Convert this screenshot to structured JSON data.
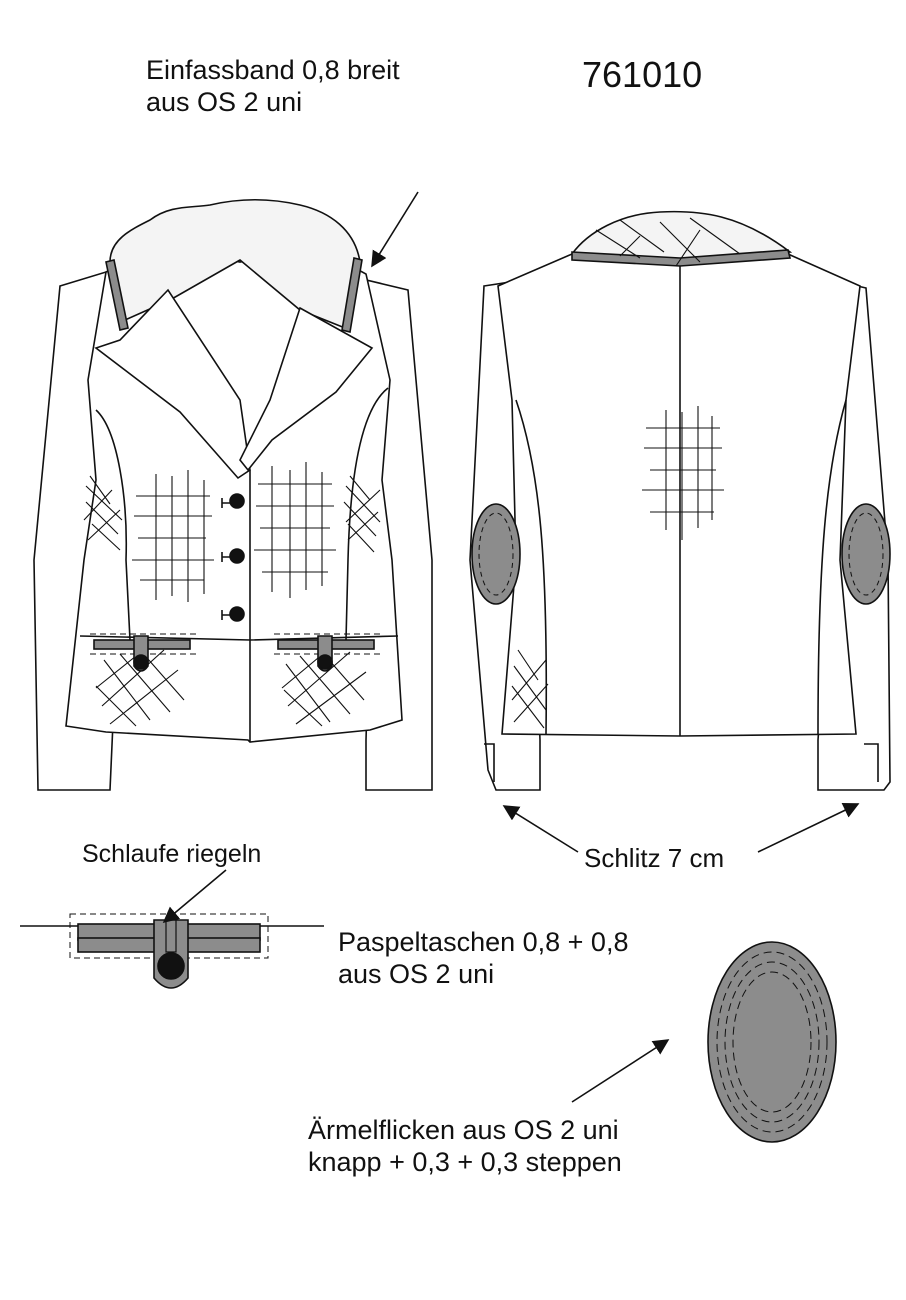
{
  "sheet": {
    "style_number": "761010"
  },
  "annotations": {
    "binding_tape": {
      "line1": "Einfassband 0,8 breit",
      "line2": "aus OS 2 uni"
    },
    "loop_tack": {
      "text": "Schlaufe riegeln"
    },
    "vent": {
      "text": "Schlitz 7 cm"
    },
    "piped_pockets": {
      "line1": "Paspeltaschen 0,8 + 0,8",
      "line2": "aus OS 2 uni"
    },
    "elbow_patch": {
      "line1": "Ärmelflicken aus OS 2 uni",
      "line2": "knapp + 0,3 + 0,3 steppen"
    }
  },
  "colors": {
    "line": "#111111",
    "trim_fill": "#8c8c8c",
    "paper": "#ffffff"
  }
}
